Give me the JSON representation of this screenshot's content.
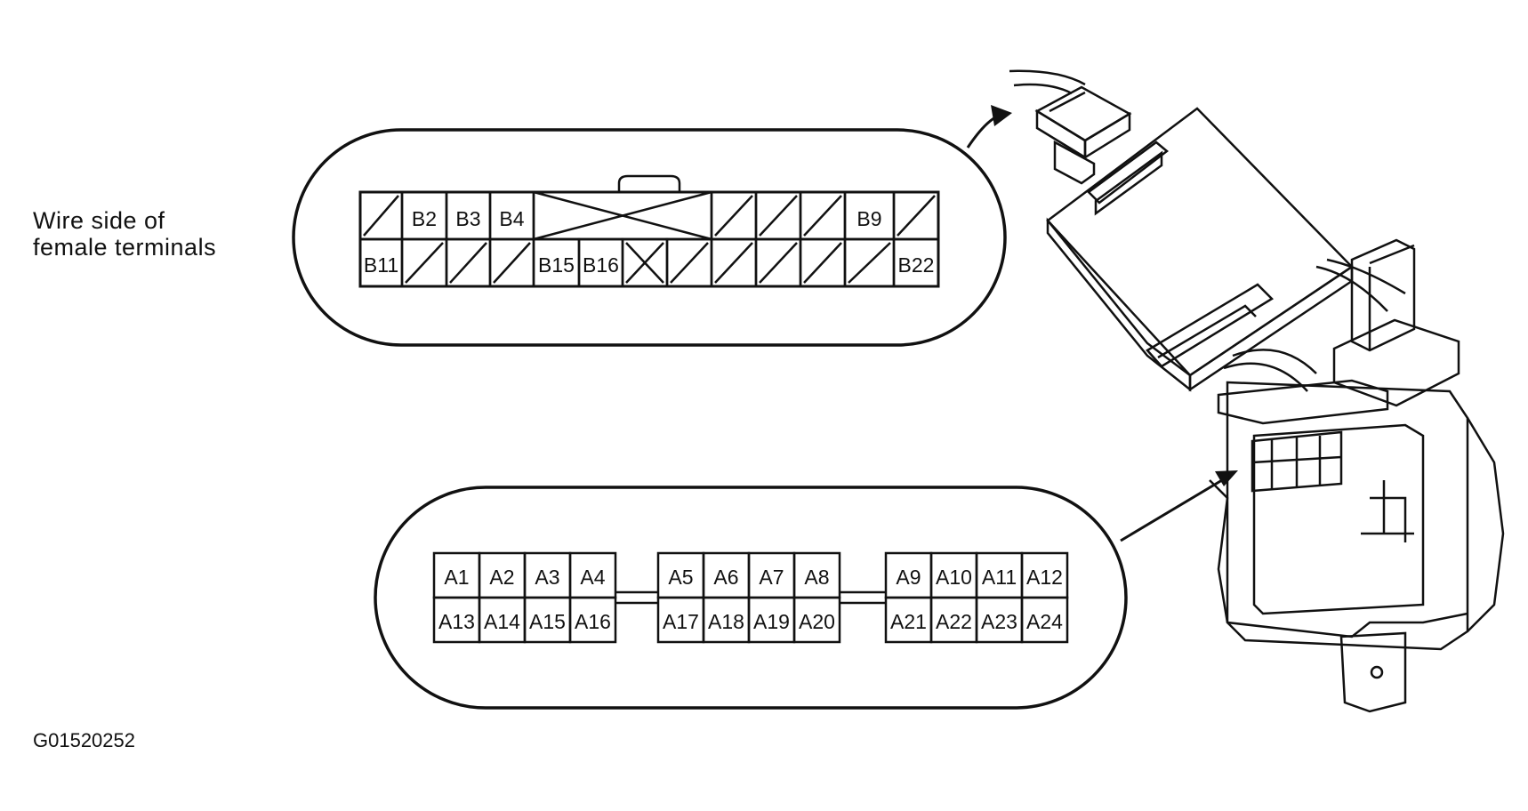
{
  "caption_line1": "Wire side of",
  "caption_line2": "female terminals",
  "figure_id": "G01520252",
  "connector_b": {
    "top_row": [
      "",
      "B2",
      "B3",
      "B4",
      "",
      "",
      "",
      "",
      "",
      "",
      "",
      "B9",
      ""
    ],
    "bottom_row": [
      "B11",
      "",
      "",
      "",
      "",
      "B15",
      "B16",
      "",
      "",
      "",
      "",
      "",
      "",
      "B22"
    ]
  },
  "connector_a": {
    "blocks": [
      {
        "top": [
          "A1",
          "A2",
          "A3",
          "A4"
        ],
        "bottom": [
          "A13",
          "A14",
          "A15",
          "A16"
        ]
      },
      {
        "top": [
          "A5",
          "A6",
          "A7",
          "A8"
        ],
        "bottom": [
          "A17",
          "A18",
          "A19",
          "A20"
        ]
      },
      {
        "top": [
          "A9",
          "A10",
          "A11",
          "A12"
        ],
        "bottom": [
          "A21",
          "A22",
          "A23",
          "A24"
        ]
      }
    ]
  }
}
